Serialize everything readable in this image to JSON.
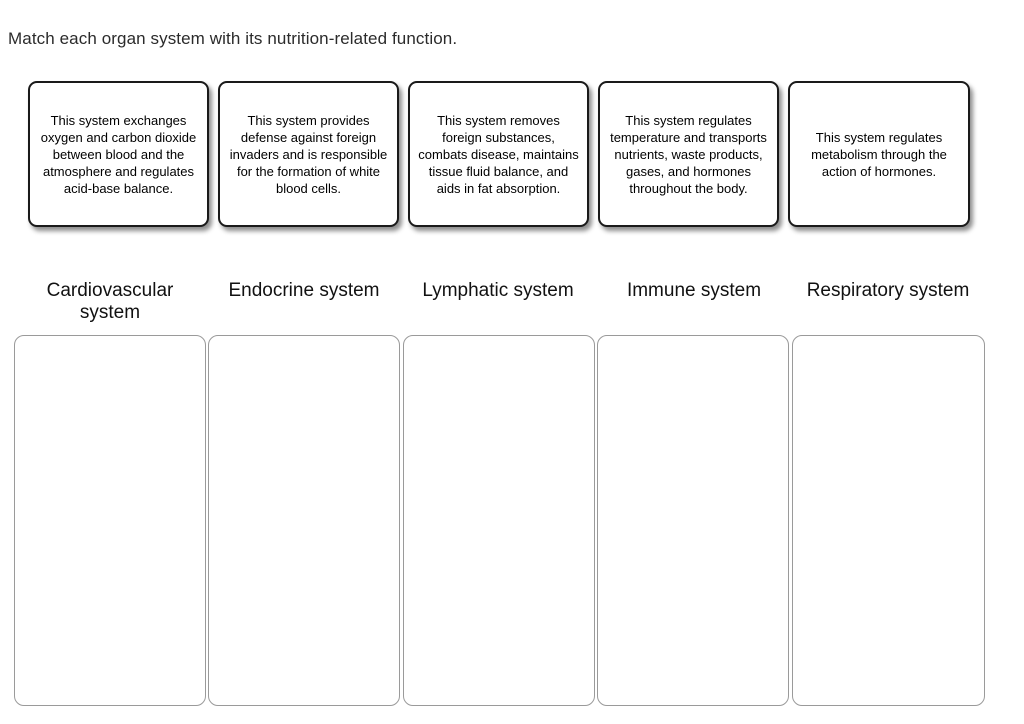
{
  "prompt": {
    "text": "Match each organ system with its nutrition-related function."
  },
  "cards": [
    {
      "id": "card-respiratory-function",
      "text": "This system exchanges oxygen and carbon dioxide between blood and the atmosphere and regulates acid-base balance."
    },
    {
      "id": "card-immune-function",
      "text": "This system provides defense against foreign invaders and is responsible for the formation of white blood cells."
    },
    {
      "id": "card-lymphatic-function",
      "text": "This system removes foreign substances, combats disease, maintains tissue fluid balance, and aids in fat absorption."
    },
    {
      "id": "card-cardiovascular-function",
      "text": "This system regulates temperature and transports nutrients, waste products, gases, and hormones throughout the body."
    },
    {
      "id": "card-endocrine-function",
      "text": "This system regulates metabolism through the action of hormones."
    }
  ],
  "categories": [
    {
      "id": "cardiovascular",
      "label": "Cardiovascular system"
    },
    {
      "id": "endocrine",
      "label": "Endocrine system"
    },
    {
      "id": "lymphatic",
      "label": "Lymphatic system"
    },
    {
      "id": "immune",
      "label": "Immune system"
    },
    {
      "id": "respiratory",
      "label": "Respiratory system"
    }
  ],
  "dropzones": [
    {
      "id": "dropzone-cardiovascular",
      "contents": ""
    },
    {
      "id": "dropzone-endocrine",
      "contents": ""
    },
    {
      "id": "dropzone-lymphatic",
      "contents": ""
    },
    {
      "id": "dropzone-immune",
      "contents": ""
    },
    {
      "id": "dropzone-respiratory",
      "contents": ""
    }
  ],
  "colors": {
    "background": "#ffffff",
    "prompt_text": "#2b2b2b",
    "card_border": "#1a1a1a",
    "card_text": "#000000",
    "label_text": "#111111",
    "zone_border": "#9a9a9a"
  }
}
